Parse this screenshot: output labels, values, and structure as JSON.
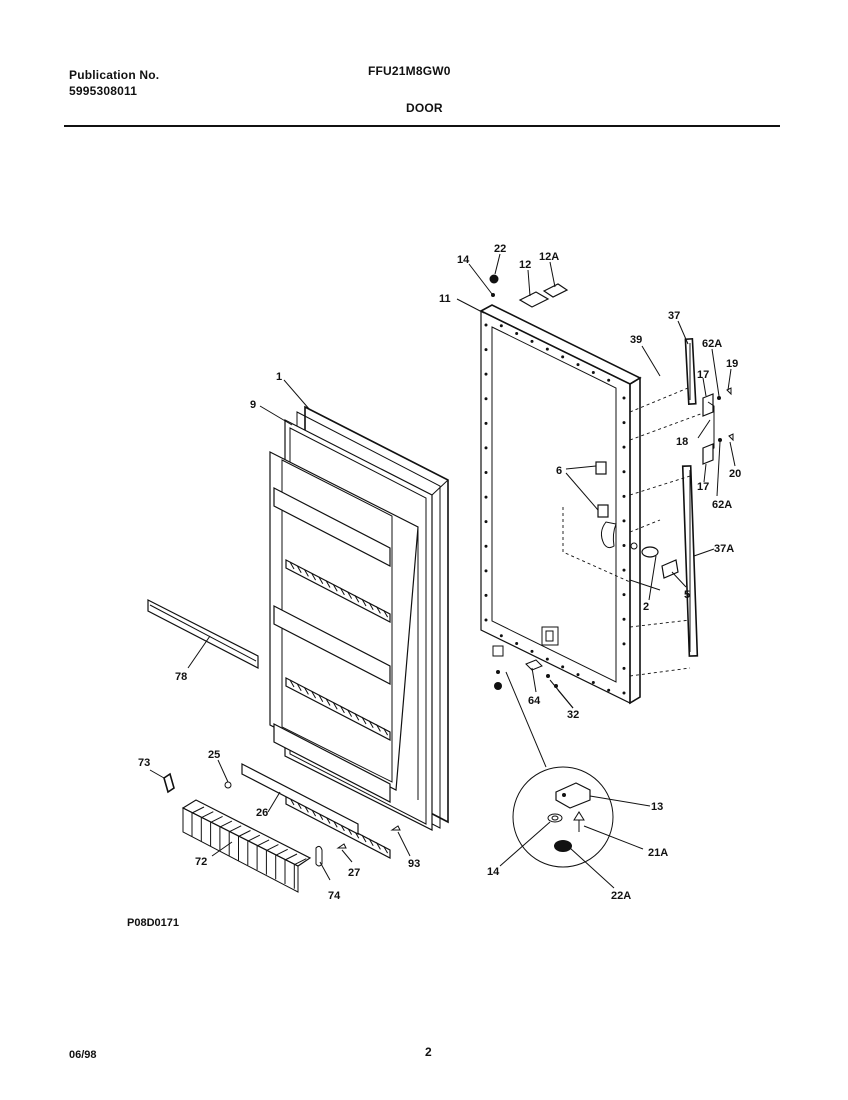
{
  "header": {
    "publication_label": "Publication No.",
    "publication_number": "5995308011",
    "model": "FFU21M8GW0",
    "section": "DOOR"
  },
  "footer": {
    "figure_code": "P08D0171",
    "date": "06/98",
    "page": "2"
  },
  "callouts": [
    "1",
    "9",
    "78",
    "73",
    "25",
    "26",
    "72",
    "74",
    "27",
    "93",
    "22",
    "14",
    "12",
    "12A",
    "11",
    "39",
    "37",
    "62A",
    "19",
    "17",
    "18",
    "20",
    "6",
    "2",
    "5",
    "37A",
    "64",
    "32",
    "13",
    "21A",
    "22A"
  ]
}
